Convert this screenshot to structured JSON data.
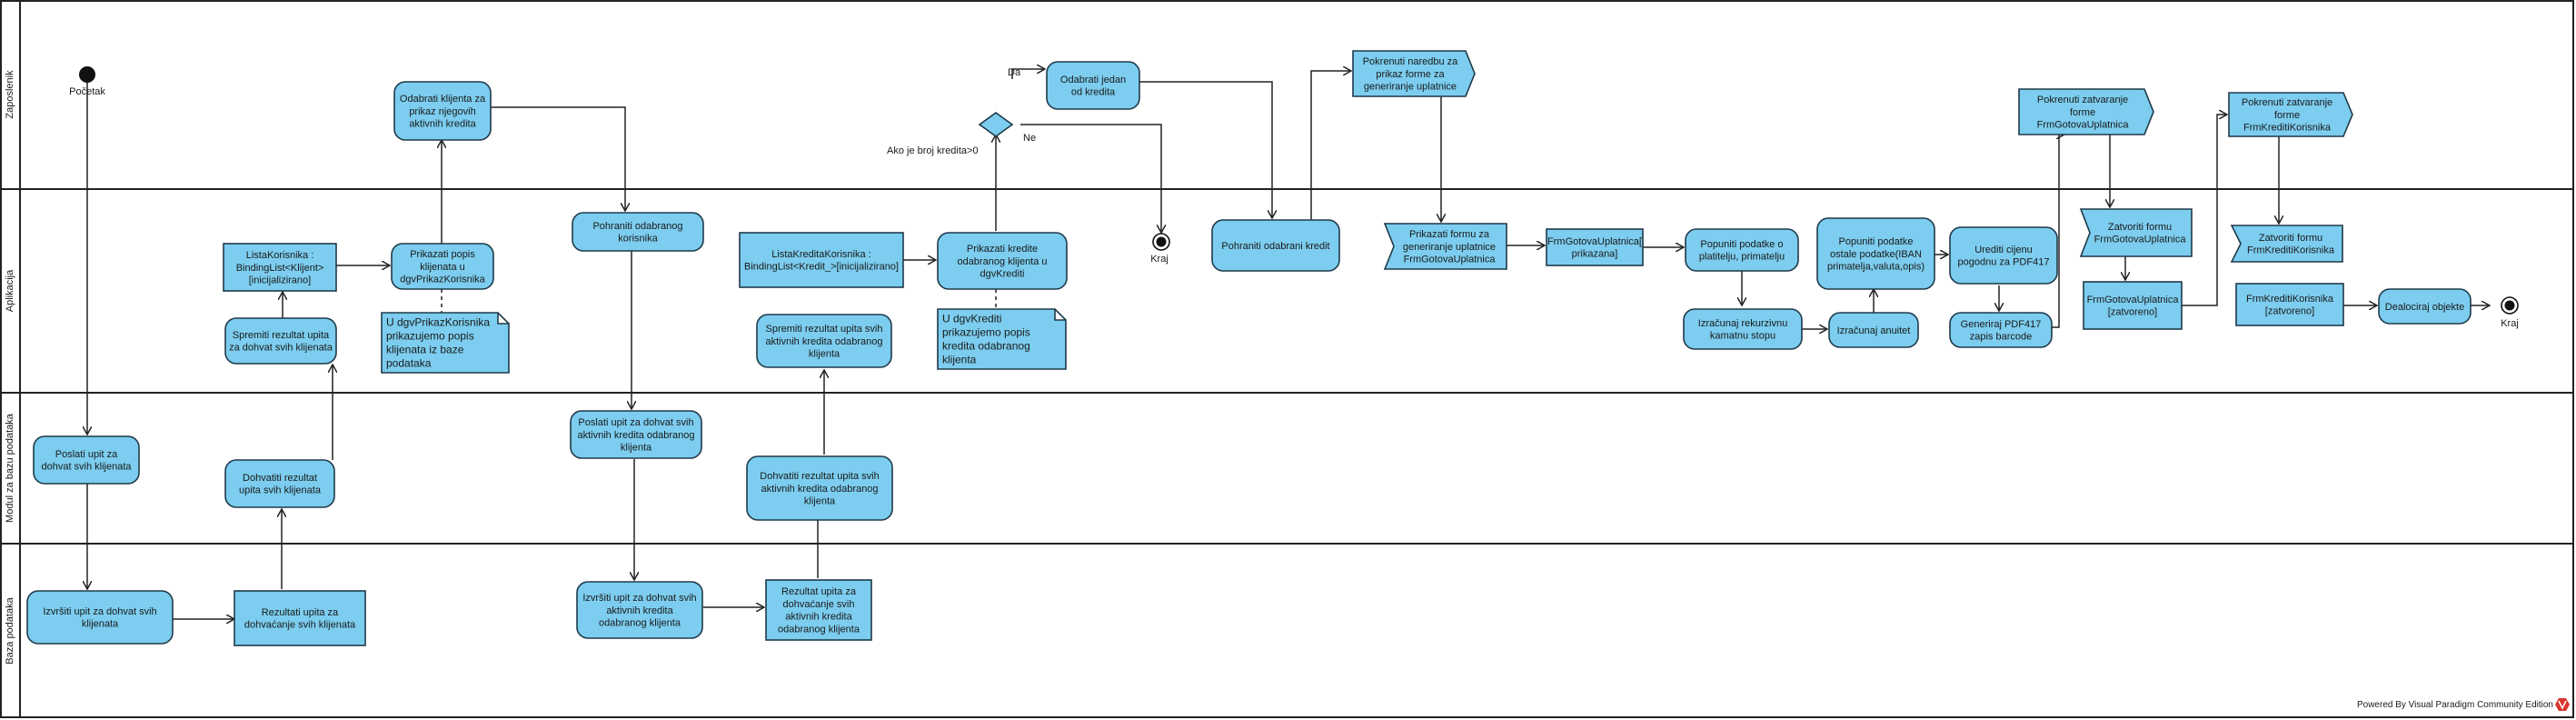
{
  "lanes": [
    "Zaposlenik",
    "Aplikacija",
    "Modul za bazu podataka",
    "Baza podataka"
  ],
  "start_label": "Početak",
  "end_labels": [
    "Kraj",
    "Kraj"
  ],
  "decision": {
    "guard": "Ako je broj kredita>0",
    "yes": "Da",
    "no": "Ne"
  },
  "nodes": [
    {
      "id": "n1",
      "lines": [
        "Poslati upit za",
        "dohvat svih klijenata"
      ]
    },
    {
      "id": "n2",
      "lines": [
        "Izvršiti upit za dohvat svih",
        "klijenata"
      ]
    },
    {
      "id": "n3",
      "lines": [
        "Rezultati upita za",
        "dohvaćanje svih klijenata"
      ]
    },
    {
      "id": "n4",
      "lines": [
        "Dohvatiti rezultat",
        "upita svih klijenata"
      ]
    },
    {
      "id": "n5",
      "lines": [
        "Spremiti  rezultat upita",
        "za dohvat svih klijenata"
      ]
    },
    {
      "id": "n6",
      "lines": [
        "ListaKorisnika :",
        "BindingList<Klijent>",
        "[inicijalizirano]"
      ]
    },
    {
      "id": "n7",
      "lines": [
        "Prikazati popis",
        "klijenata u",
        "dgvPrikazKorisnika"
      ]
    },
    {
      "id": "n8",
      "lines": [
        "Odabrati klijenta za",
        "prikaz njegovih",
        "aktivnih kredita"
      ]
    },
    {
      "id": "n9",
      "lines": [
        "Pohraniti odabranog",
        "korisnika"
      ]
    },
    {
      "id": "n10",
      "lines": [
        "Poslati upit za dohvat svih",
        "aktivnih kredita odabranog",
        "klijenta"
      ]
    },
    {
      "id": "n11",
      "lines": [
        "Izvršiti upit za dohvat svih",
        "aktivnih kredita",
        "odabranog klijenta"
      ]
    },
    {
      "id": "n12",
      "lines": [
        "Rezultat upita za",
        "dohvaćanje svih",
        "aktivnih kredita",
        "odabranog klijenta"
      ]
    },
    {
      "id": "n13",
      "lines": [
        "Dohvatiti rezultat upita svih",
        "aktivnih kredita odabranog",
        "klijenta"
      ]
    },
    {
      "id": "n14",
      "lines": [
        "Spremiti rezultat upita svih",
        "aktivnih kredita odabranog",
        "klijenta"
      ]
    },
    {
      "id": "n15",
      "lines": [
        "ListaKreditaKorisnika :",
        "BindingList<Kredit_>[inicijalizirano]"
      ]
    },
    {
      "id": "n16",
      "lines": [
        "Prikazati kredite",
        "odabranog klijenta u",
        "dgvKrediti"
      ]
    },
    {
      "id": "n17",
      "lines": [
        "Odabrati jedan",
        "od kredita"
      ]
    },
    {
      "id": "n18",
      "lines": [
        "Pohraniti odabrani kredit"
      ]
    },
    {
      "id": "n19",
      "lines": [
        "Pokrenuti naredbu za",
        "prikaz forme za",
        "generiranje uplatnice"
      ]
    },
    {
      "id": "n20",
      "lines": [
        "Prikazati formu za",
        "generiranje uplatnice",
        "FrmGotovaUplatnica"
      ]
    },
    {
      "id": "n21",
      "lines": [
        "FrmGotovaUplatnica[",
        "prikazana]"
      ]
    },
    {
      "id": "n22",
      "lines": [
        "Popuniti podatke o",
        "platitelju, primatelju"
      ]
    },
    {
      "id": "n23",
      "lines": [
        "Izračunaj rekurzivnu",
        "kamatnu stopu"
      ]
    },
    {
      "id": "n24",
      "lines": [
        "Izračunaj anuitet"
      ]
    },
    {
      "id": "n25",
      "lines": [
        "Popuniti podatke",
        "ostale podatke(IBAN",
        "primatelja,valuta,opis)"
      ]
    },
    {
      "id": "n26",
      "lines": [
        "Urediti cijenu",
        "pogodnu za PDF417"
      ]
    },
    {
      "id": "n27",
      "lines": [
        "Generiraj PDF417",
        "zapis barcode"
      ]
    },
    {
      "id": "n28",
      "lines": [
        "Pokrenuti zatvaranje",
        "forme",
        "FrmGotovaUplatnica"
      ]
    },
    {
      "id": "n29",
      "lines": [
        "Zatvoriti formu",
        "FrmGotovaUplatnica"
      ]
    },
    {
      "id": "n30",
      "lines": [
        "FrmGotovaUplatnica",
        "[zatvoreno]"
      ]
    },
    {
      "id": "n31",
      "lines": [
        "Pokrenuti zatvaranje",
        "forme",
        "FrmKreditiKorisnika"
      ]
    },
    {
      "id": "n32",
      "lines": [
        "Zatvoriti formu",
        "FrmKreditiKorisnika"
      ]
    },
    {
      "id": "n33",
      "lines": [
        "FrmKreditiKorisnika",
        "[zatvoreno]"
      ]
    },
    {
      "id": "n34",
      "lines": [
        "Dealociraj objekte"
      ]
    }
  ],
  "notes": [
    {
      "id": "note1",
      "lines": [
        "U dgvPrikazKorisnika",
        "prikazujemo popis",
        "klijenata iz baze",
        "podataka"
      ]
    },
    {
      "id": "note2",
      "lines": [
        "U dgvKrediti",
        "prikazujemo popis",
        "kredita odabranog",
        "klijenta"
      ]
    }
  ],
  "footer": {
    "powered_by": "Powered By  Visual Paradigm Community Edition"
  },
  "colors": {
    "fill": "#7ccdef",
    "stroke": "#1f3a4a",
    "accent": "#d9342b"
  }
}
